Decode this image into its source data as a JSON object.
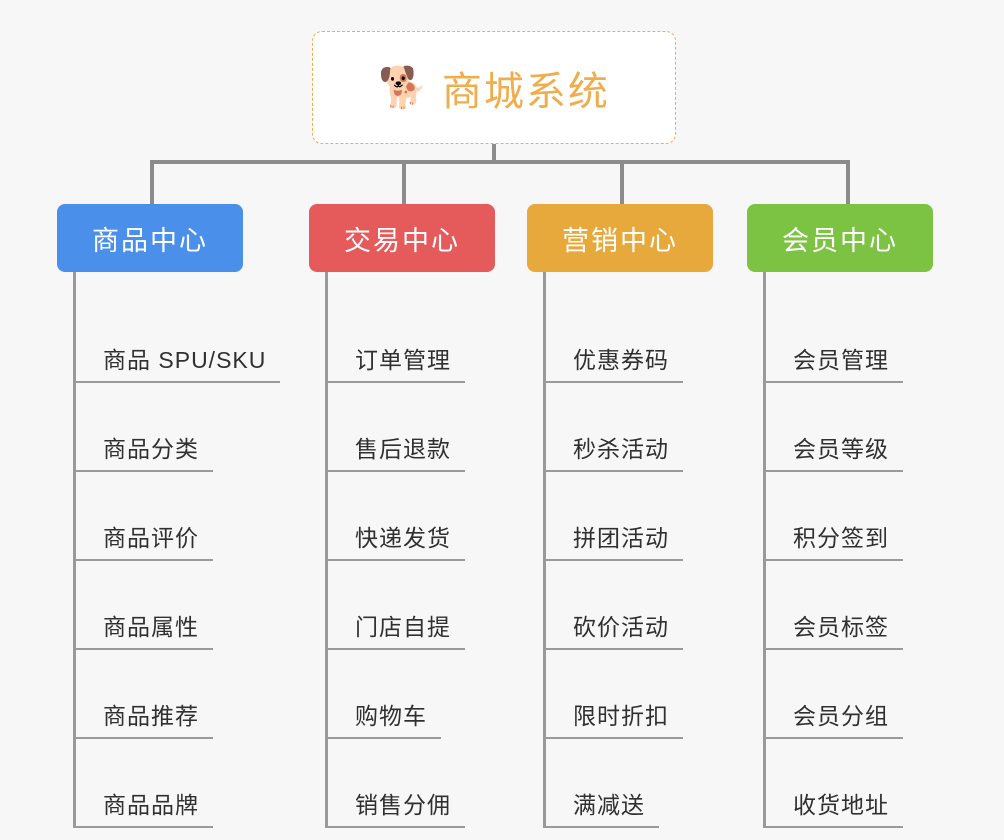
{
  "background_color": "#f7f7f7",
  "root": {
    "icon": "shiba-dog-face-icon",
    "emoji": "🐕",
    "title": "商城系统",
    "color": "#f0ad4e"
  },
  "branches": [
    {
      "title": "商品中心",
      "color": "#4a90ea",
      "leaves": [
        "商品 SPU/SKU",
        "商品分类",
        "商品评价",
        "商品属性",
        "商品推荐",
        "商品品牌"
      ]
    },
    {
      "title": "交易中心",
      "color": "#e55b5b",
      "leaves": [
        "订单管理",
        "售后退款",
        "快递发货",
        "门店自提",
        "购物车",
        "销售分佣"
      ]
    },
    {
      "title": "营销中心",
      "color": "#e8a93c",
      "leaves": [
        "优惠券码",
        "秒杀活动",
        "拼团活动",
        "砍价活动",
        "限时折扣",
        "满减送"
      ]
    },
    {
      "title": "会员中心",
      "color": "#7cc243",
      "leaves": [
        "会员管理",
        "会员等级",
        "积分签到",
        "会员标签",
        "会员分组",
        "收货地址"
      ]
    }
  ]
}
